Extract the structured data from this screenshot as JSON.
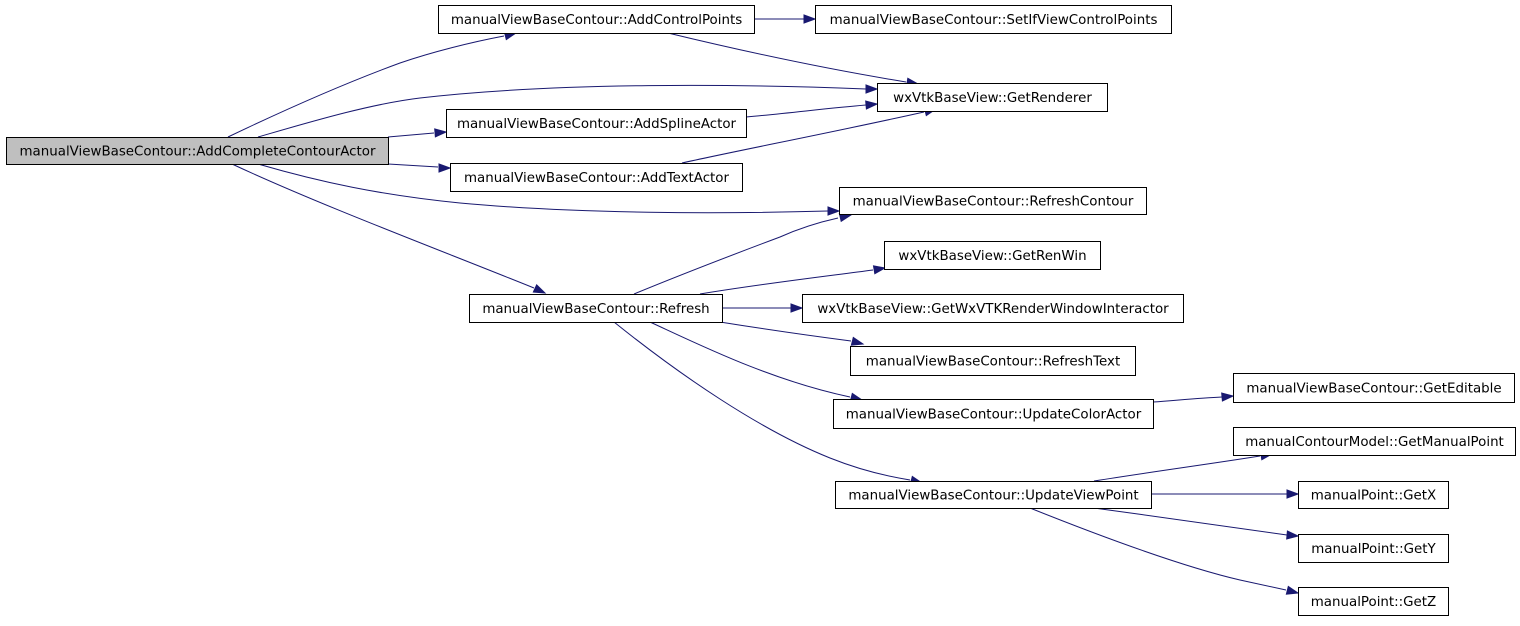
{
  "diagram": {
    "colors": {
      "edge": "#191970",
      "node_fill": "#ffffff",
      "root_fill": "#bfbfbf",
      "node_border": "#000000"
    },
    "nodes": [
      {
        "id": "addCompleteContourActor",
        "label": "manualViewBaseContour::AddCompleteContourActor",
        "root": true
      },
      {
        "id": "addControlPoints",
        "label": "manualViewBaseContour::AddControlPoints"
      },
      {
        "id": "setIfViewControlPoints",
        "label": "manualViewBaseContour::SetIfViewControlPoints"
      },
      {
        "id": "getRenderer",
        "label": "wxVtkBaseView::GetRenderer"
      },
      {
        "id": "addSplineActor",
        "label": "manualViewBaseContour::AddSplineActor"
      },
      {
        "id": "addTextActor",
        "label": "manualViewBaseContour::AddTextActor"
      },
      {
        "id": "refreshContour",
        "label": "manualViewBaseContour::RefreshContour"
      },
      {
        "id": "getRenWin",
        "label": "wxVtkBaseView::GetRenWin"
      },
      {
        "id": "refresh",
        "label": "manualViewBaseContour::Refresh"
      },
      {
        "id": "getWxVTKRenderWindowInteractor",
        "label": "wxVtkBaseView::GetWxVTKRenderWindowInteractor"
      },
      {
        "id": "refreshText",
        "label": "manualViewBaseContour::RefreshText"
      },
      {
        "id": "getEditable",
        "label": "manualViewBaseContour::GetEditable"
      },
      {
        "id": "updateColorActor",
        "label": "manualViewBaseContour::UpdateColorActor"
      },
      {
        "id": "getManualPoint",
        "label": "manualContourModel::GetManualPoint"
      },
      {
        "id": "updateViewPoint",
        "label": "manualViewBaseContour::UpdateViewPoint"
      },
      {
        "id": "getX",
        "label": "manualPoint::GetX"
      },
      {
        "id": "getY",
        "label": "manualPoint::GetY"
      },
      {
        "id": "getZ",
        "label": "manualPoint::GetZ"
      }
    ],
    "edges": [
      {
        "from": "addCompleteContourActor",
        "to": "addControlPoints"
      },
      {
        "from": "addCompleteContourActor",
        "to": "getRenderer"
      },
      {
        "from": "addCompleteContourActor",
        "to": "addSplineActor"
      },
      {
        "from": "addCompleteContourActor",
        "to": "addTextActor"
      },
      {
        "from": "addCompleteContourActor",
        "to": "refreshContour"
      },
      {
        "from": "addCompleteContourActor",
        "to": "refresh"
      },
      {
        "from": "addControlPoints",
        "to": "setIfViewControlPoints"
      },
      {
        "from": "addControlPoints",
        "to": "getRenderer"
      },
      {
        "from": "addSplineActor",
        "to": "getRenderer"
      },
      {
        "from": "addTextActor",
        "to": "getRenderer"
      },
      {
        "from": "refresh",
        "to": "refreshContour"
      },
      {
        "from": "refresh",
        "to": "getRenWin"
      },
      {
        "from": "refresh",
        "to": "getWxVTKRenderWindowInteractor"
      },
      {
        "from": "refresh",
        "to": "refreshText"
      },
      {
        "from": "refresh",
        "to": "updateColorActor"
      },
      {
        "from": "refresh",
        "to": "updateViewPoint"
      },
      {
        "from": "updateColorActor",
        "to": "getEditable"
      },
      {
        "from": "updateViewPoint",
        "to": "getManualPoint"
      },
      {
        "from": "updateViewPoint",
        "to": "getX"
      },
      {
        "from": "updateViewPoint",
        "to": "getY"
      },
      {
        "from": "updateViewPoint",
        "to": "getZ"
      }
    ]
  }
}
